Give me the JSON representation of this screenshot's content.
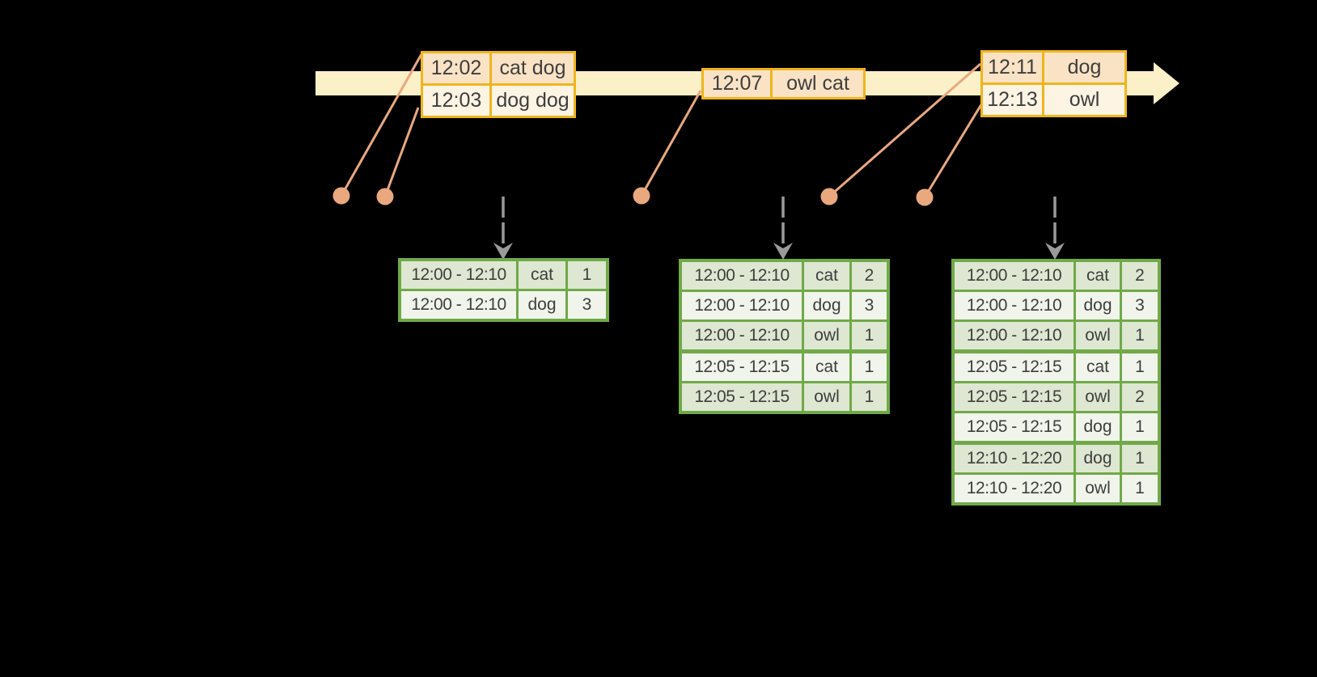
{
  "colors": {
    "background": "#000000",
    "axis-fill": "#FCF0C9",
    "event-border": "#F0B41E",
    "event-row-a": "#FAE3C5",
    "event-row-b": "#FDF4E4",
    "connector": "#E9A87E",
    "result-border": "#70A948",
    "result-row-a": "#DEE7D1",
    "result-row-b": "#F0F4EB",
    "trigger-arrow": "#9A9A9B",
    "text": "#3E3E3E"
  },
  "event_tables": [
    {
      "rows": [
        {
          "time": "12:02",
          "words": "cat dog"
        },
        {
          "time": "12:03",
          "words": "dog dog"
        }
      ]
    },
    {
      "rows": [
        {
          "time": "12:07",
          "words": "owl cat"
        }
      ]
    },
    {
      "rows": [
        {
          "time": "12:11",
          "words": "dog"
        },
        {
          "time": "12:13",
          "words": "owl"
        }
      ]
    }
  ],
  "result_tables": [
    {
      "rows": [
        {
          "window": "12:00 - 12:10",
          "word": "cat",
          "count": "1"
        },
        {
          "window": "12:00 - 12:10",
          "word": "dog",
          "count": "3"
        }
      ]
    },
    {
      "rows": [
        {
          "window": "12:00 - 12:10",
          "word": "cat",
          "count": "2"
        },
        {
          "window": "12:00 - 12:10",
          "word": "dog",
          "count": "3"
        },
        {
          "window": "12:00 - 12:10",
          "word": "owl",
          "count": "1"
        },
        {
          "window": "12:05 - 12:15",
          "word": "cat",
          "count": "1"
        },
        {
          "window": "12:05 - 12:15",
          "word": "owl",
          "count": "1"
        }
      ]
    },
    {
      "rows": [
        {
          "window": "12:00 - 12:10",
          "word": "cat",
          "count": "2"
        },
        {
          "window": "12:00 - 12:10",
          "word": "dog",
          "count": "3"
        },
        {
          "window": "12:00 - 12:10",
          "word": "owl",
          "count": "1"
        },
        {
          "window": "12:05 - 12:15",
          "word": "cat",
          "count": "1"
        },
        {
          "window": "12:05 - 12:15",
          "word": "owl",
          "count": "2"
        },
        {
          "window": "12:05 - 12:15",
          "word": "dog",
          "count": "1"
        },
        {
          "window": "12:10 - 12:20",
          "word": "dog",
          "count": "1"
        },
        {
          "window": "12:10 - 12:20",
          "word": "owl",
          "count": "1"
        }
      ]
    }
  ]
}
